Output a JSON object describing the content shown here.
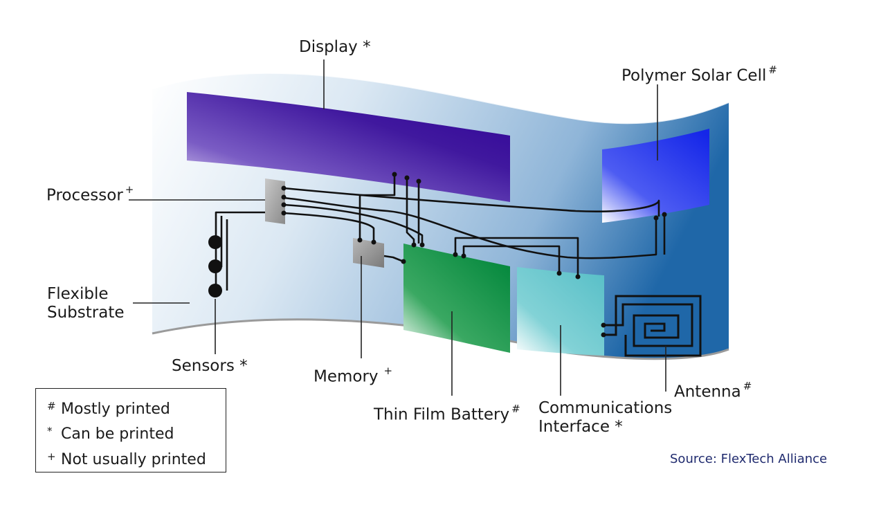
{
  "components": {
    "display": {
      "label": "Display",
      "mark": "*"
    },
    "solar_cell": {
      "label": "Polymer Solar Cell",
      "mark": "#"
    },
    "processor": {
      "label": "Processor",
      "mark": "+"
    },
    "substrate": {
      "line1": "Flexible",
      "line2": "Substrate"
    },
    "sensors": {
      "label": "Sensors",
      "mark": "*"
    },
    "memory": {
      "label": "Memory",
      "mark": "+"
    },
    "battery": {
      "label": "Thin Film Battery",
      "mark": "#"
    },
    "comms": {
      "line1": "Communications",
      "line2": "Interface",
      "mark": "*"
    },
    "antenna": {
      "label": "Antenna",
      "mark": "#"
    }
  },
  "legend": {
    "items": [
      {
        "symbol": "#",
        "text": "Mostly printed"
      },
      {
        "symbol": "*",
        "text": "Can be printed"
      },
      {
        "symbol": "+",
        "text": "Not usually printed"
      }
    ]
  },
  "source": "Source:  FlexTech Alliance",
  "colors": {
    "substrate_edge": "#1e64a6",
    "display": "#3a1ea0",
    "solar_cell": "#2a3cf0",
    "battery": "#0f8a3c",
    "comms": "#5cc2c8",
    "chip": "#8c8c8c",
    "wire": "#111111",
    "source_text": "#1f2a6e"
  }
}
